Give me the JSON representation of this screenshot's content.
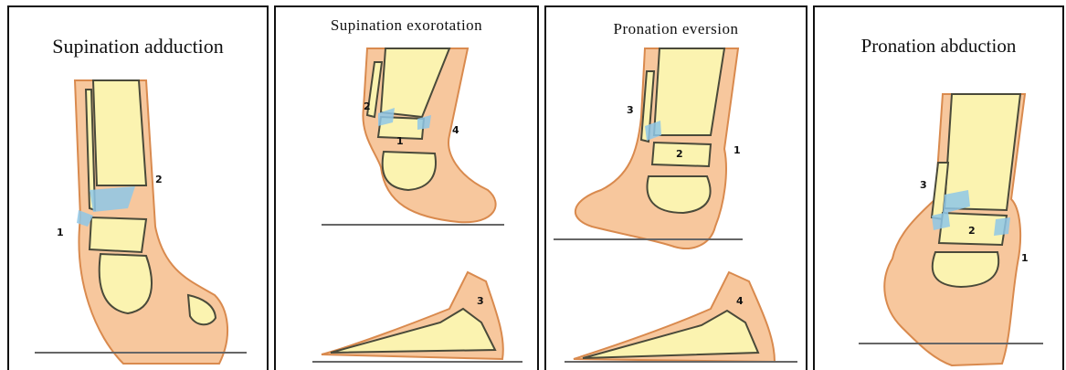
{
  "panels": [
    {
      "title": "Supination adduction",
      "labels": [
        "2",
        "1"
      ]
    },
    {
      "title": "Supination exorotation",
      "labels": [
        "2",
        "1",
        "4",
        "3"
      ]
    },
    {
      "title": "Pronation eversion",
      "labels": [
        "3",
        "2",
        "1",
        "4"
      ]
    },
    {
      "title": "Pronation abduction",
      "labels": [
        "3",
        "2",
        "1"
      ]
    }
  ],
  "colors": {
    "skin": "#f7c79d",
    "skin_edge": "#d98a4e",
    "bone": "#fbf3b0",
    "bone_edge": "#4a4a3a",
    "injury": "#8ec7e8",
    "ground": "#666666"
  }
}
